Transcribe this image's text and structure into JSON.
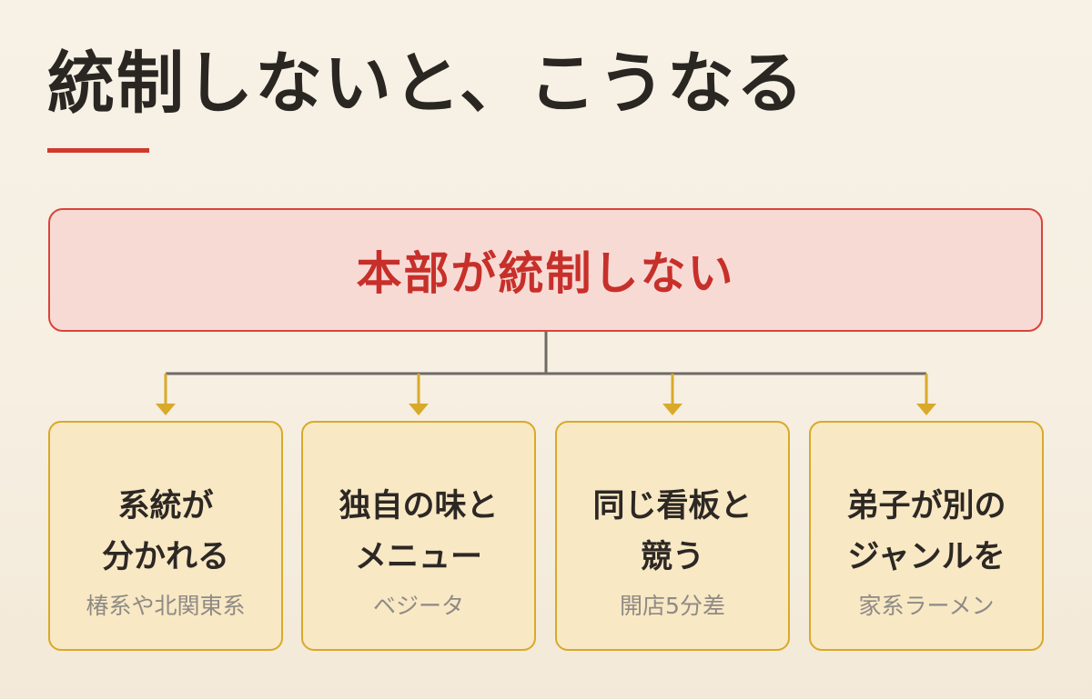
{
  "title": "統制しないと、こうなる",
  "accent_color": "#cf3a2c",
  "root": {
    "label": "本部が統制しない"
  },
  "children": [
    {
      "title": "系統が\n分かれる",
      "example": "椿系や北関東系"
    },
    {
      "title": "独自の味と\nメニュー",
      "example": "ベジータ"
    },
    {
      "title": "同じ看板と\n競う",
      "example": "開店5分差"
    },
    {
      "title": "弟子が別の\nジャンルを",
      "example": "家系ラーメン"
    }
  ]
}
